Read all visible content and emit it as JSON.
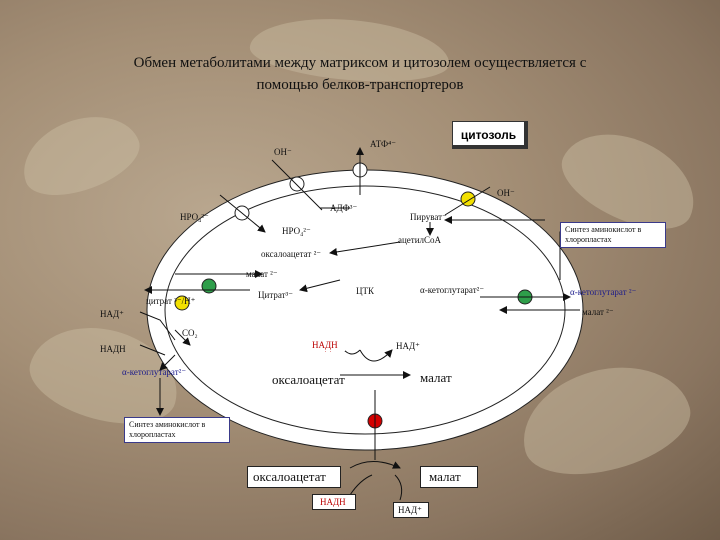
{
  "title_line1": "Обмен метаболитами между матриксом и цитозолем  осуществляется с",
  "title_line2": "помощью белков-транспортеров",
  "cytosol": "цитозоль",
  "labels": {
    "oh_left": "ОН⁻",
    "atf": "АТФ⁴⁻",
    "oh_right": "ОН⁻",
    "adf": "АДФ³⁻",
    "hpo4_out": "НРО₄²⁻",
    "piruvat": "Пируват⁻",
    "hpo4_in": "НРО₄²⁻",
    "acetyl": "ацетилСоА",
    "oxaloacetat_small": "оксалоацетат ²⁻",
    "malat_small": "малат ²⁻",
    "tck": "ЦТК",
    "alpha_kg_in": "α-кетоглутарат²⁻",
    "alpha_kg_out": "α-кетоглутарат ²⁻",
    "malat_out": "малат ²⁻",
    "nad_plus_left": "НАД⁺",
    "citrat_h": "цитрат ³⁻/Н⁺",
    "citrat": "Цитрат³⁻",
    "co2": "СО₂",
    "nadh_left": "НАДН",
    "nadh_red": "НАДН",
    "nad_plus_center": "НАД⁺",
    "alpha_kg_lower": "α-кетоглутарат²⁻",
    "oxaloacetat_big": "оксалоацетат",
    "malat_big": "малат",
    "oxaloacetat_big2": "оксалоацетат",
    "malat_big2": "малат",
    "nadh_bottom": "НАДН",
    "nad_plus_bottom": "НАД⁺"
  },
  "notes": {
    "synth_right": "Синтез аминокислот в хлоропластах",
    "synth_left": "Синтез аминокислот в хлоропластах"
  },
  "colors": {
    "green": "#2e9e4a",
    "yellow": "#f2e000",
    "red": "#d40000",
    "blue_text": "#1a1a8a"
  }
}
